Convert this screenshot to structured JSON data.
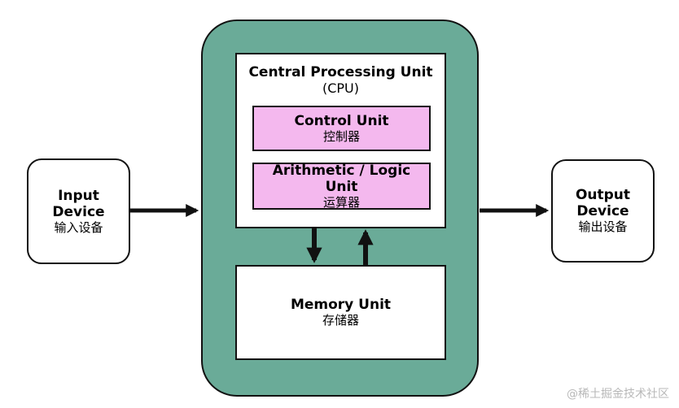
{
  "cpu": {
    "title": "Central Processing Unit",
    "abbr": "(CPU)"
  },
  "control_unit": {
    "en": "Control Unit",
    "zh": "控制器"
  },
  "alu": {
    "en": "Arithmetic / Logic Unit",
    "zh": "运算器"
  },
  "memory": {
    "en": "Memory Unit",
    "zh": "存储器"
  },
  "input": {
    "en_line1": "Input",
    "en_line2": "Device",
    "zh": "输入设备"
  },
  "output": {
    "en_line1": "Output",
    "en_line2": "Device",
    "zh": "输出设备"
  },
  "watermark": "@稀土掘金技术社区",
  "colors": {
    "cpu_panel": "#6aab98",
    "unit_fill": "#f4b8ee",
    "border": "#111111"
  }
}
